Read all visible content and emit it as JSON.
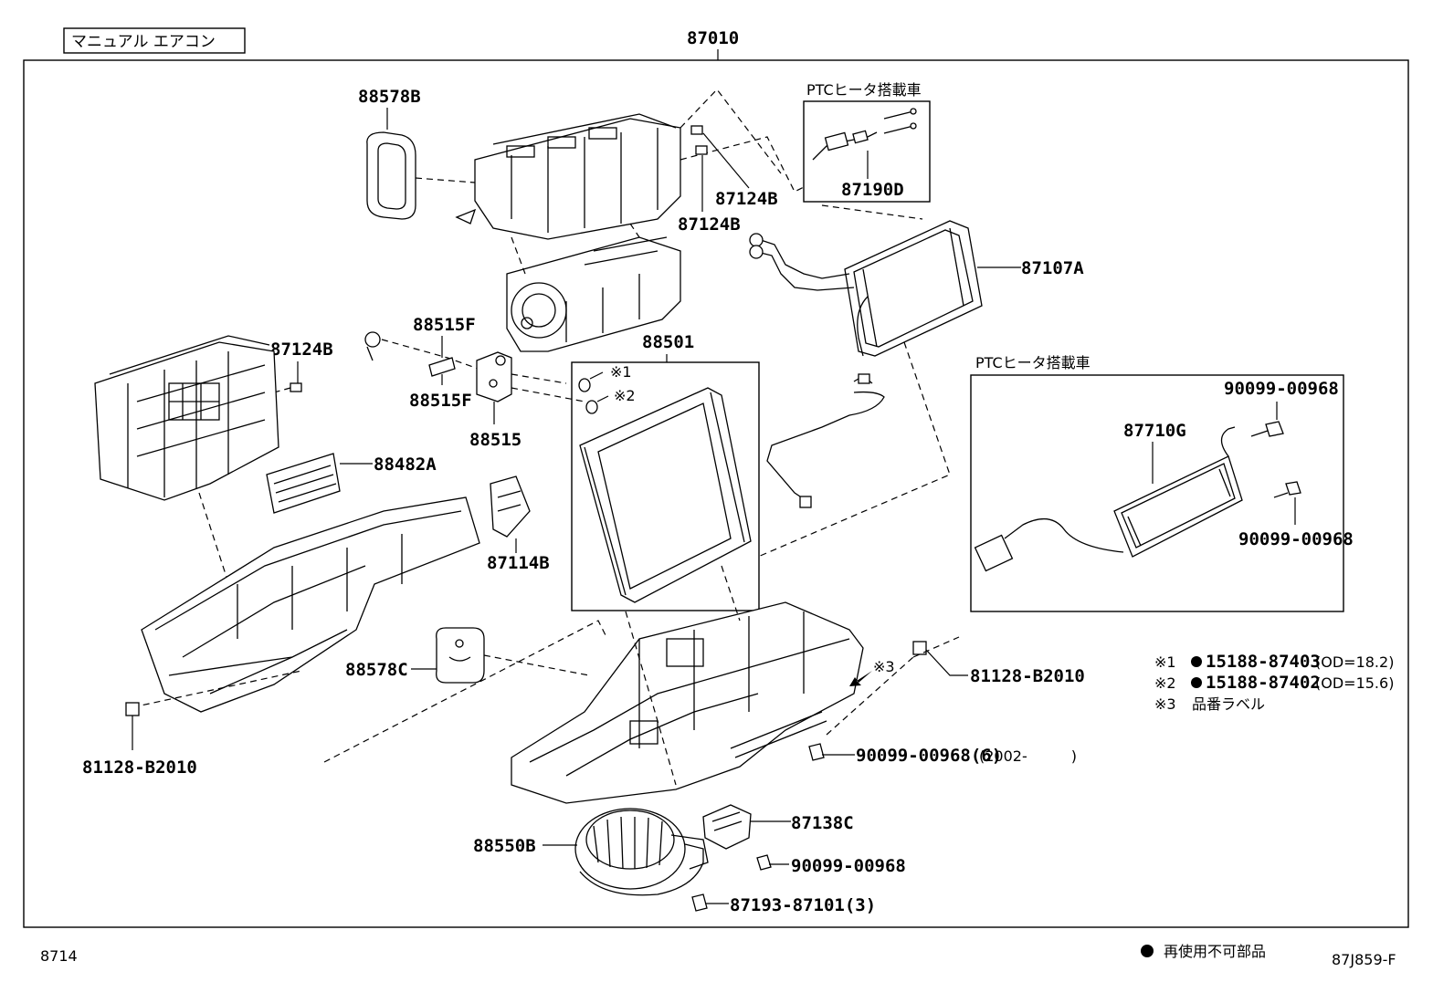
{
  "header": {
    "variant_tag": "マニュアル エアコン",
    "assembly_number": "87010"
  },
  "boxes": {
    "ptc_top_title": "PTCヒータ搭載車",
    "ptc_right_title": "PTCヒータ搭載車"
  },
  "parts": {
    "p88578B": "88578B",
    "p87124B_a": "87124B",
    "p87124B_b": "87124B",
    "p87190D": "87190D",
    "p87107A": "87107A",
    "p87124B_c": "87124B",
    "p88515F_a": "88515F",
    "p88515F_b": "88515F",
    "p88515": "88515",
    "p88501": "88501",
    "p88482A": "88482A",
    "p87114B": "87114B",
    "p90099_a": "90099-00968",
    "p87710G": "87710G",
    "p90099_b": "90099-00968",
    "p88578C": "88578C",
    "p81128_right": "81128-B2010",
    "p81128_left": "81128-B2010",
    "p90099_c": "90099-00968(6)",
    "p90099_c_note": "(2002-　　　)",
    "p87138C": "87138C",
    "p88550B": "88550B",
    "p90099_d": "90099-00968",
    "p87193": "87193-87101(3)"
  },
  "marks": {
    "m1": "※1",
    "m2": "※2",
    "m3": "※3"
  },
  "legend": {
    "l1_mark": "※1",
    "l1_part": "15188-87403",
    "l1_note": "(OD=18.2)",
    "l2_mark": "※2",
    "l2_part": "15188-87402",
    "l2_note": "(OD=15.6)",
    "l3_mark": "※3",
    "l3_text": "品番ラベル"
  },
  "footer": {
    "page_code": "8714",
    "nonreusable": "再使用不可部品",
    "figure_id": "87J859-F"
  }
}
